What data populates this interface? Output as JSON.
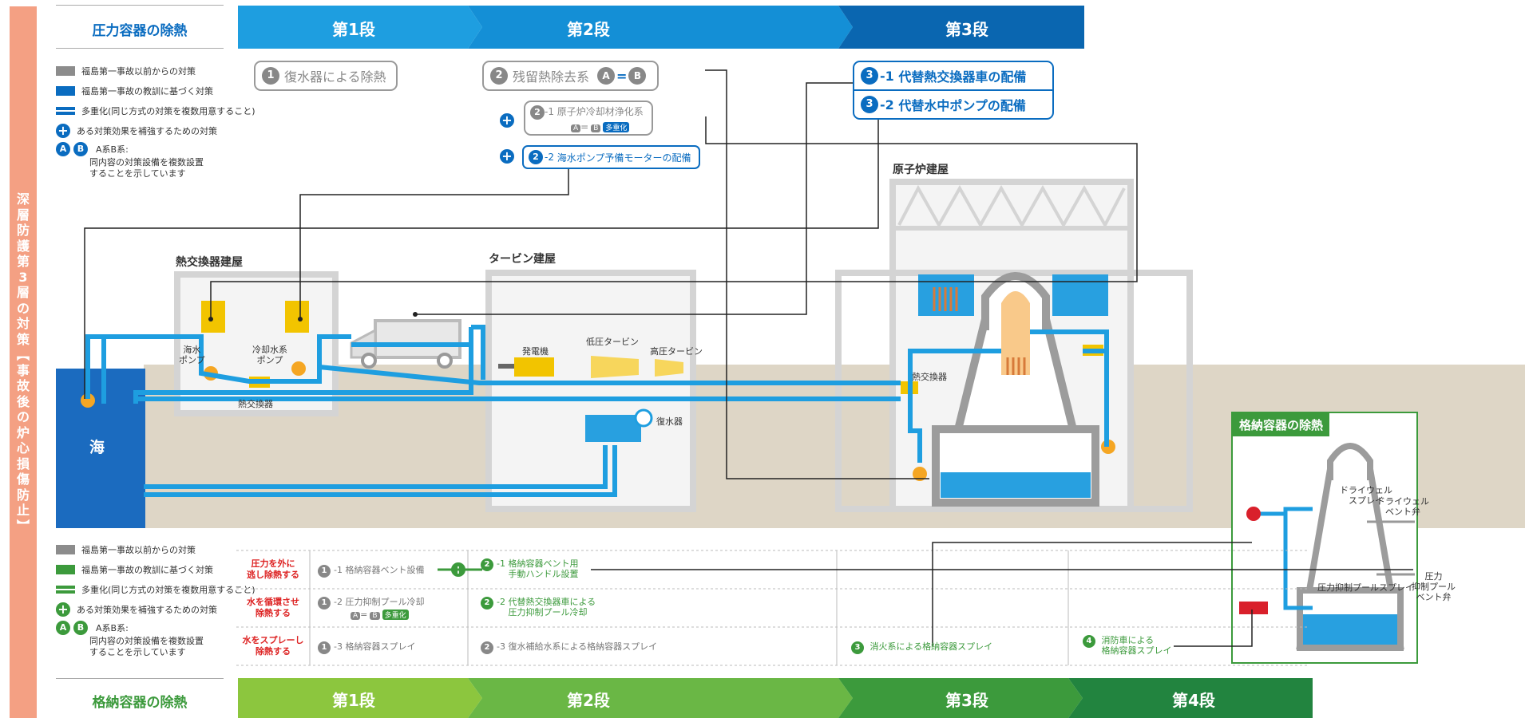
{
  "side_label": "深層防護第3層の対策【事故後の炉心損傷防止】",
  "top": {
    "title": "圧力容器の除熱",
    "stages": [
      "第1段",
      "第2段",
      "第3段"
    ]
  },
  "legend_top": {
    "items": [
      "福島第一事故以前からの対策",
      "福島第一事故の教訓に基づく対策",
      "多重化(同じ方式の対策を複数用意すること)",
      "ある対策効果を補強するための対策"
    ],
    "ab_label": "A系B系:",
    "ab_desc1": "同内容の対策設備を複数設置",
    "ab_desc2": "することを示しています",
    "colors": {
      "gray": "#8c8c8c",
      "blue": "#0a6cc0"
    }
  },
  "measures_top": {
    "m1": {
      "num": "1",
      "label": "復水器による除熱"
    },
    "m2": {
      "num": "2",
      "label": "残留熱除去系"
    },
    "m2_1": {
      "num": "2",
      "sub": "-1",
      "label": "原子炉冷却材浄化系",
      "tag": "多重化"
    },
    "m2_2": {
      "num": "2",
      "sub": "-2",
      "label": "海水ポンプ予備モーターの配備"
    },
    "m3_1": {
      "num": "3",
      "sub": "-1",
      "label": "代替熱交換器車の配備"
    },
    "m3_2": {
      "num": "3",
      "sub": "-2",
      "label": "代替水中ポンプの配備"
    },
    "a": "A",
    "b": "B",
    "eq": "="
  },
  "buildings": {
    "heat_exchanger_building": "熱交換器建屋",
    "turbine_building": "タービン建屋",
    "reactor_building": "原子炉建屋",
    "sea": "海",
    "seawater_pump": "海水\nポンプ",
    "cooling_pump": "冷却水系\nポンプ",
    "heat_exchanger": "熱交換器",
    "generator": "発電機",
    "lp_turbine": "低圧タービン",
    "hp_turbine": "高圧タービン",
    "condenser": "復水器",
    "reactor_hx": "熱交換器"
  },
  "containment_panel": {
    "title": "格納容器の除熱",
    "drywell_spray": "ドライウェル\nスプレイ",
    "drywell_vent": "ドライウェル\nベント弁",
    "pool_spray": "圧力抑制プールスプレイ",
    "pool_vent": "圧力\n抑制プール\nベント弁"
  },
  "legend_bottom": {
    "items": [
      "福島第一事故以前からの対策",
      "福島第一事故の教訓に基づく対策",
      "多重化(同じ方式の対策を複数用意すること)",
      "ある対策効果を補強するための対策"
    ],
    "ab_label": "A系B系:",
    "ab_desc1": "同内容の対策設備を複数設置",
    "ab_desc2": "することを示しています",
    "colors": {
      "gray": "#8c8c8c",
      "green": "#3c9a3c"
    }
  },
  "table": {
    "rows": [
      {
        "label": "圧力を外に\n逃し除熱する",
        "c1": {
          "n": "1",
          "s": "-1",
          "t": "格納容器ベント設備"
        },
        "c2": {
          "n": "2",
          "s": "-1",
          "t": "格納容器ベント用\n手動ハンドル設置"
        }
      },
      {
        "label": "水を循環させ\n除熱する",
        "c1": {
          "n": "1",
          "s": "-2",
          "t": "圧力抑制プール冷却",
          "tag": "多重化"
        },
        "c2": {
          "n": "2",
          "s": "-2",
          "t": "代替熱交換器車による\n圧力抑制プール冷却"
        }
      },
      {
        "label": "水をスプレーし\n除熱する",
        "c1": {
          "n": "1",
          "s": "-3",
          "t": "格納容器スプレイ"
        },
        "c2": {
          "n": "2",
          "s": "-3",
          "t": "復水補給水系による格納容器スプレイ"
        },
        "c3": {
          "n": "3",
          "t": "消火系による格納容器スプレイ"
        },
        "c4": {
          "n": "4",
          "t": "消防車による\n格納容器スプレイ"
        }
      }
    ]
  },
  "bottom": {
    "title": "格納容器の除熱",
    "stages": [
      "第1段",
      "第2段",
      "第3段",
      "第4段"
    ]
  }
}
